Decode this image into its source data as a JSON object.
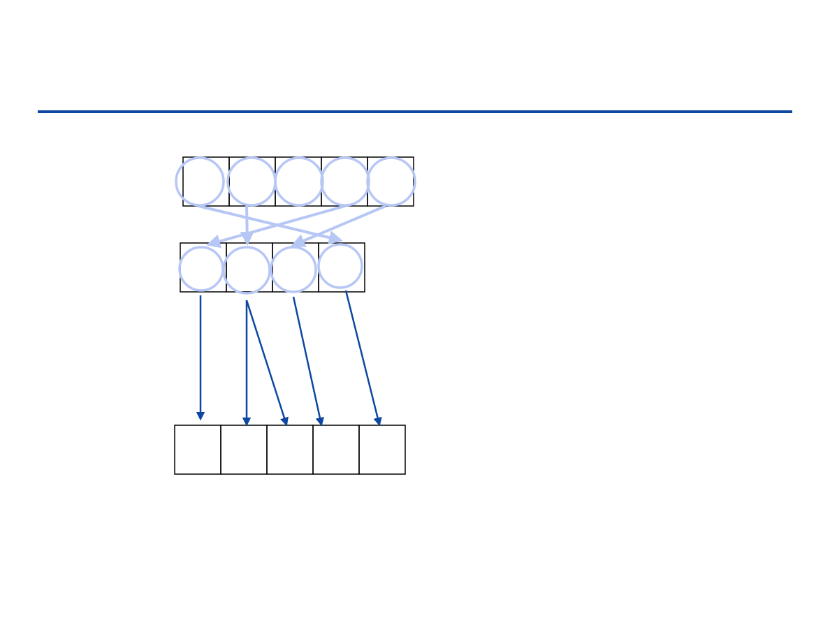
{
  "colors": {
    "rule": "#0d47a1",
    "cell_stroke": "#000000",
    "circle_stroke": "#b7c7f5",
    "light_arrow": "#b7c7f5",
    "dark_arrow": "#0d47a1"
  },
  "rows": {
    "top": {
      "cell_count": 5
    },
    "middle": {
      "cell_count": 4
    },
    "bottom": {
      "cell_count": 5
    }
  },
  "connections": {
    "top_to_middle": [
      {
        "from": 1,
        "to": 4
      },
      {
        "from": 2,
        "to": 2
      },
      {
        "from": 4,
        "to": 1
      },
      {
        "from": 5,
        "to": 3
      }
    ],
    "middle_to_bottom": [
      {
        "from": 1,
        "to": 1
      },
      {
        "from": 2,
        "to": 2
      },
      {
        "from": 2,
        "to": 3
      },
      {
        "from": 3,
        "to": 4
      },
      {
        "from": 4,
        "to": 5
      }
    ]
  }
}
